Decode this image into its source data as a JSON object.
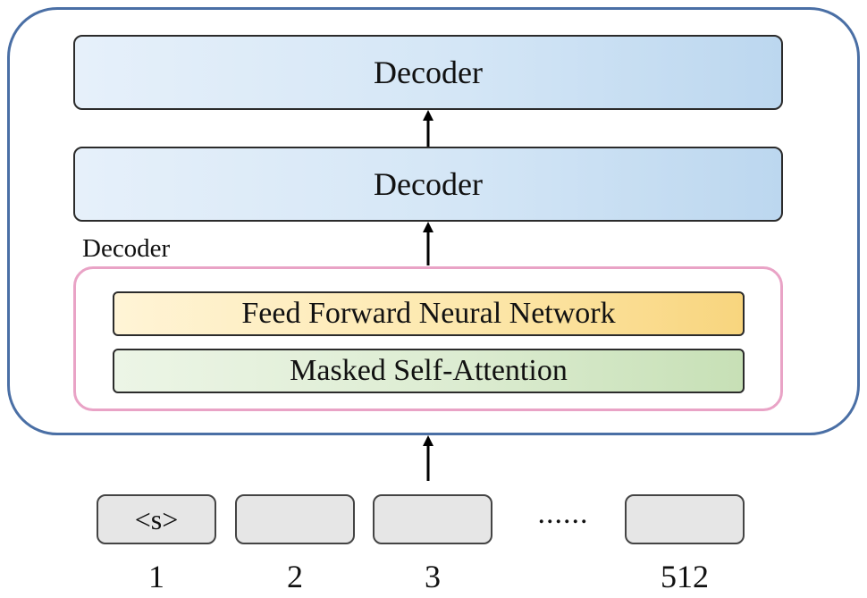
{
  "decoder_stack": {
    "top_decoder_label": "Decoder",
    "middle_decoder_label": "Decoder",
    "inner_decoder_label": "Decoder"
  },
  "inner_layers": {
    "feed_forward_label": "Feed Forward Neural Network",
    "masked_attention_label": "Masked Self-Attention"
  },
  "input_tokens": {
    "tokens": [
      {
        "text": "<s>",
        "index": "1"
      },
      {
        "text": "",
        "index": "2"
      },
      {
        "text": "",
        "index": "3"
      },
      {
        "text": "",
        "index": "512"
      }
    ],
    "ellipsis": "......"
  },
  "colors": {
    "outer_frame": "#4a6fa5",
    "inner_frame": "#e9a3c6",
    "decoder_fill": "#d4e6f6",
    "ffn_fill": "#fde8ad",
    "attention_fill": "#dcecd1",
    "token_fill": "#e6e6e6"
  }
}
